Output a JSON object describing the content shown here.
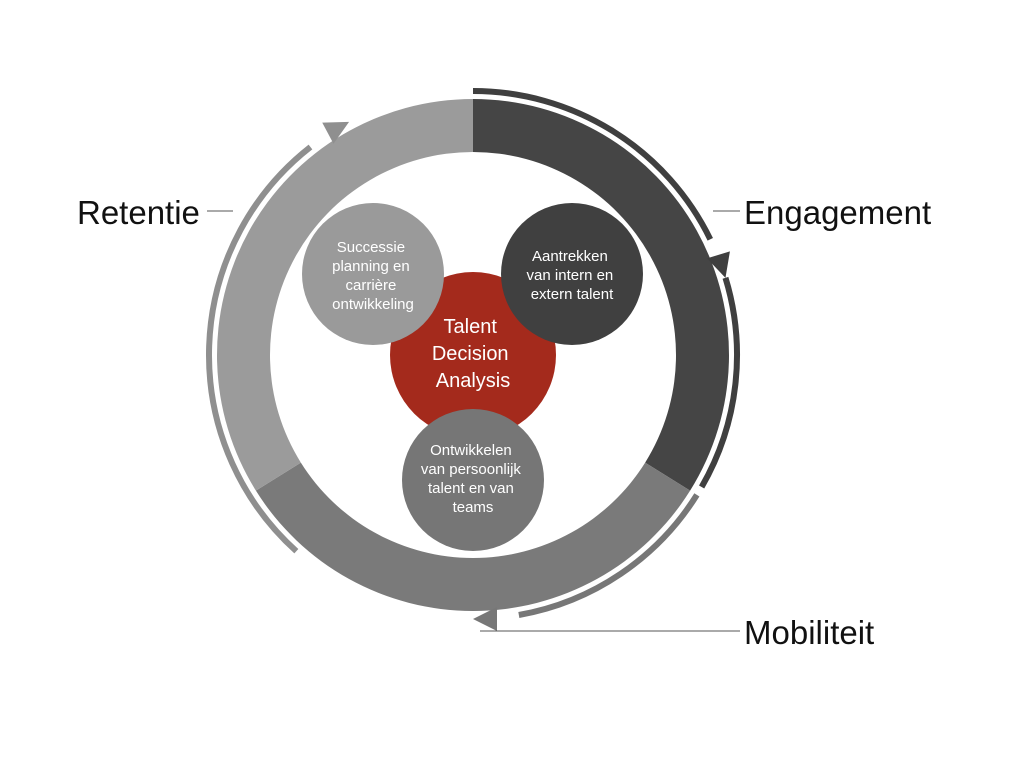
{
  "diagram": {
    "ring_segments": [
      {
        "name": "dark-segment",
        "color": "#454545"
      },
      {
        "name": "medium-segment",
        "color": "#7a7a7a"
      },
      {
        "name": "light-segment",
        "color": "#9b9b9b"
      }
    ],
    "cycle_arrows": [
      {
        "name": "light-arrow",
        "color": "#8f8f8f"
      },
      {
        "name": "dark-arrow",
        "color": "#3f3f3f"
      },
      {
        "name": "medium-arrow",
        "color": "#777777"
      }
    ],
    "outer_labels": {
      "retention": "Retentie",
      "engagement": "Engagement",
      "mobility": "Mobiliteit"
    },
    "center": {
      "lines": [
        "Talent",
        "Decision",
        "Analysis"
      ],
      "color": "#a42a1c"
    },
    "nodes": {
      "succession": {
        "lines": [
          "Successie",
          "planning en",
          "carrière",
          "ontwikkeling"
        ],
        "color": "#9a9a9a"
      },
      "attract": {
        "lines": [
          "Aantrekken",
          "van intern en",
          "extern talent"
        ],
        "color": "#404040"
      },
      "develop": {
        "lines": [
          "Ontwikkelen",
          "van persoonlijk",
          "talent en van",
          "teams"
        ],
        "color": "#767676"
      }
    },
    "leader_line_color": "#555555"
  }
}
